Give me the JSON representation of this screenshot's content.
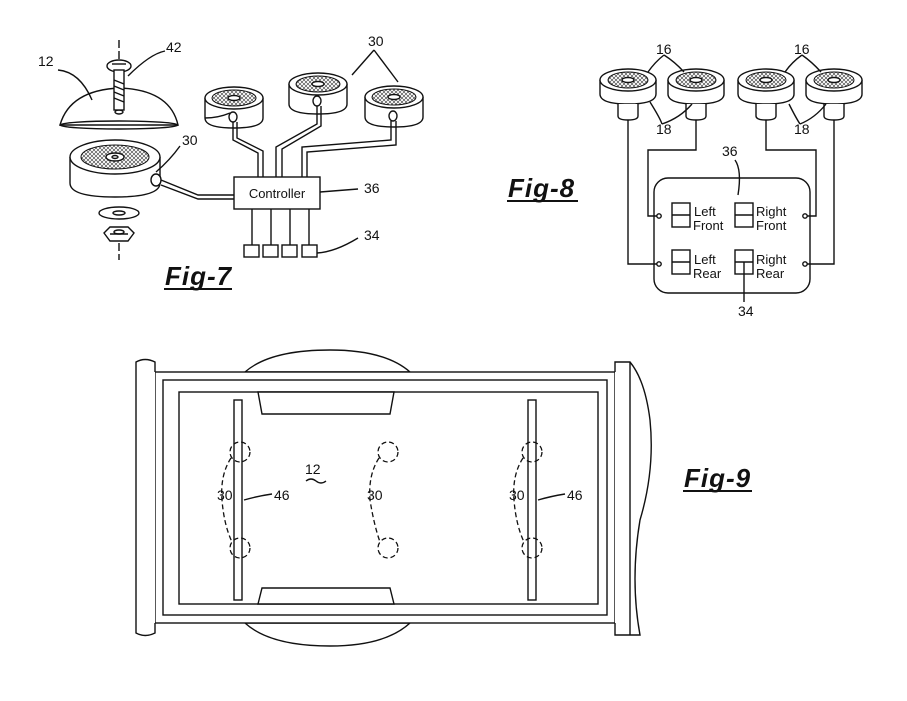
{
  "figures": {
    "fig7": {
      "title": "Fig-7",
      "controller_label": "Controller",
      "refs": {
        "r12": "12",
        "r42": "42",
        "r30a": "30",
        "r30b": "30",
        "r36": "36",
        "r34": "34"
      }
    },
    "fig8": {
      "title": "Fig-8",
      "refs": {
        "r16a": "16",
        "r16b": "16",
        "r18a": "18",
        "r18b": "18",
        "r36": "36",
        "r34": "34"
      },
      "switches": {
        "left_front": {
          "line1": "Left",
          "line2": "Front"
        },
        "right_front": {
          "line1": "Right",
          "line2": "Front"
        },
        "left_rear": {
          "line1": "Left",
          "line2": "Rear"
        },
        "right_rear": {
          "line1": "Right",
          "line2": "Rear"
        }
      }
    },
    "fig9": {
      "title": "Fig-9",
      "refs": {
        "r12": "12",
        "r30a": "30",
        "r30b": "30",
        "r30c": "30",
        "r46a": "46",
        "r46b": "46"
      }
    }
  }
}
